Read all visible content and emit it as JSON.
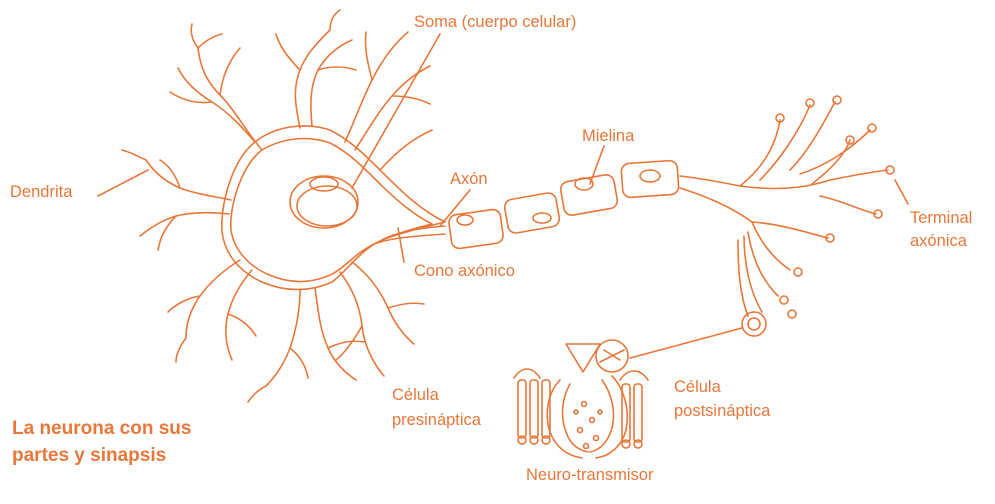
{
  "colors": {
    "stroke": "#e8773a",
    "label": "#e8773a",
    "background": "#ffffff"
  },
  "title": {
    "line1": "La neurona con sus",
    "line2": "partes y sinapsis"
  },
  "labels": {
    "soma": "Soma (cuerpo celular)",
    "dendrita": "Dendrita",
    "axon": "Axón",
    "mielina": "Mielina",
    "cono_axonico": "Cono axónico",
    "terminal_line1": "Terminal",
    "terminal_line2": "axónica",
    "presinaptica_line1": "Célula",
    "presinaptica_line2": "presináptica",
    "postsinaptica_line1": "Célula",
    "postsinaptica_line2": "postsináptica",
    "neurotransmisor": "Neuro-transmisor"
  }
}
